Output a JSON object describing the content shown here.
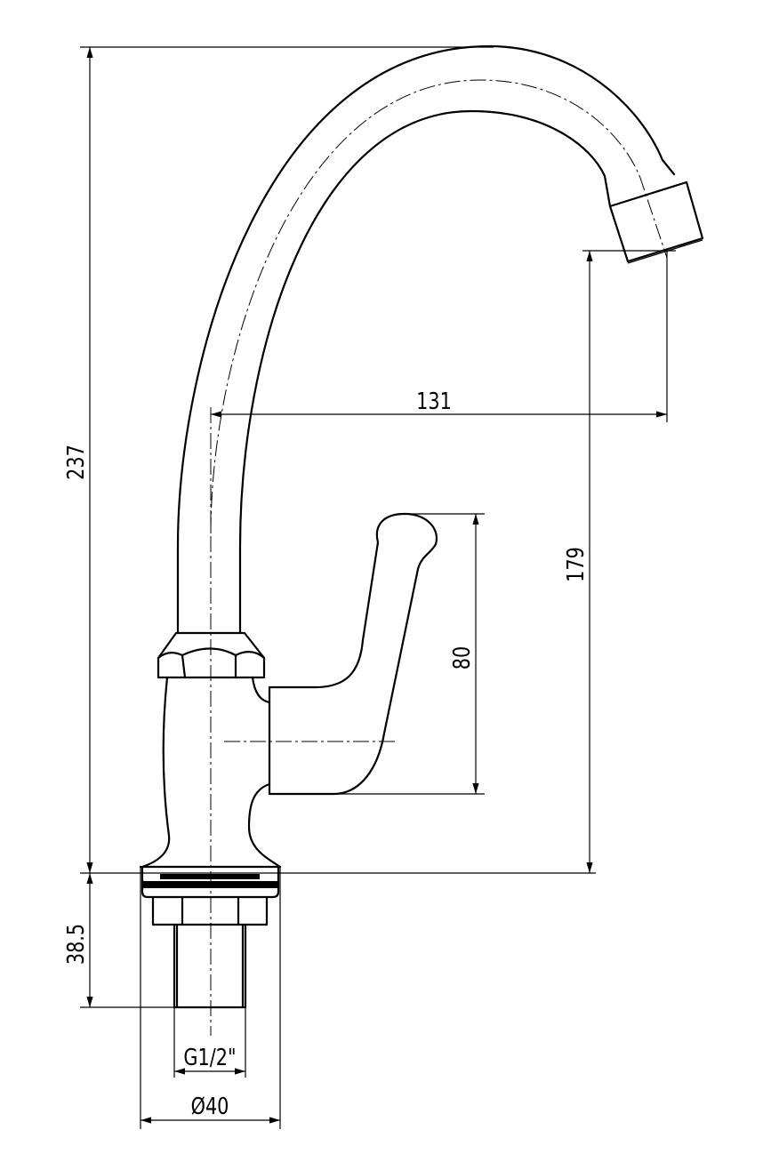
{
  "drawing": {
    "subject": "faucet-side-elevation",
    "line_color": "#000000",
    "background": "#ffffff"
  },
  "dimensions": {
    "total_height": "237",
    "spout_reach": "131",
    "spout_height": "179",
    "lever_height": "80",
    "shank_length": "38.5",
    "thread": "G1/2\"",
    "base_diameter": "Ø40"
  }
}
